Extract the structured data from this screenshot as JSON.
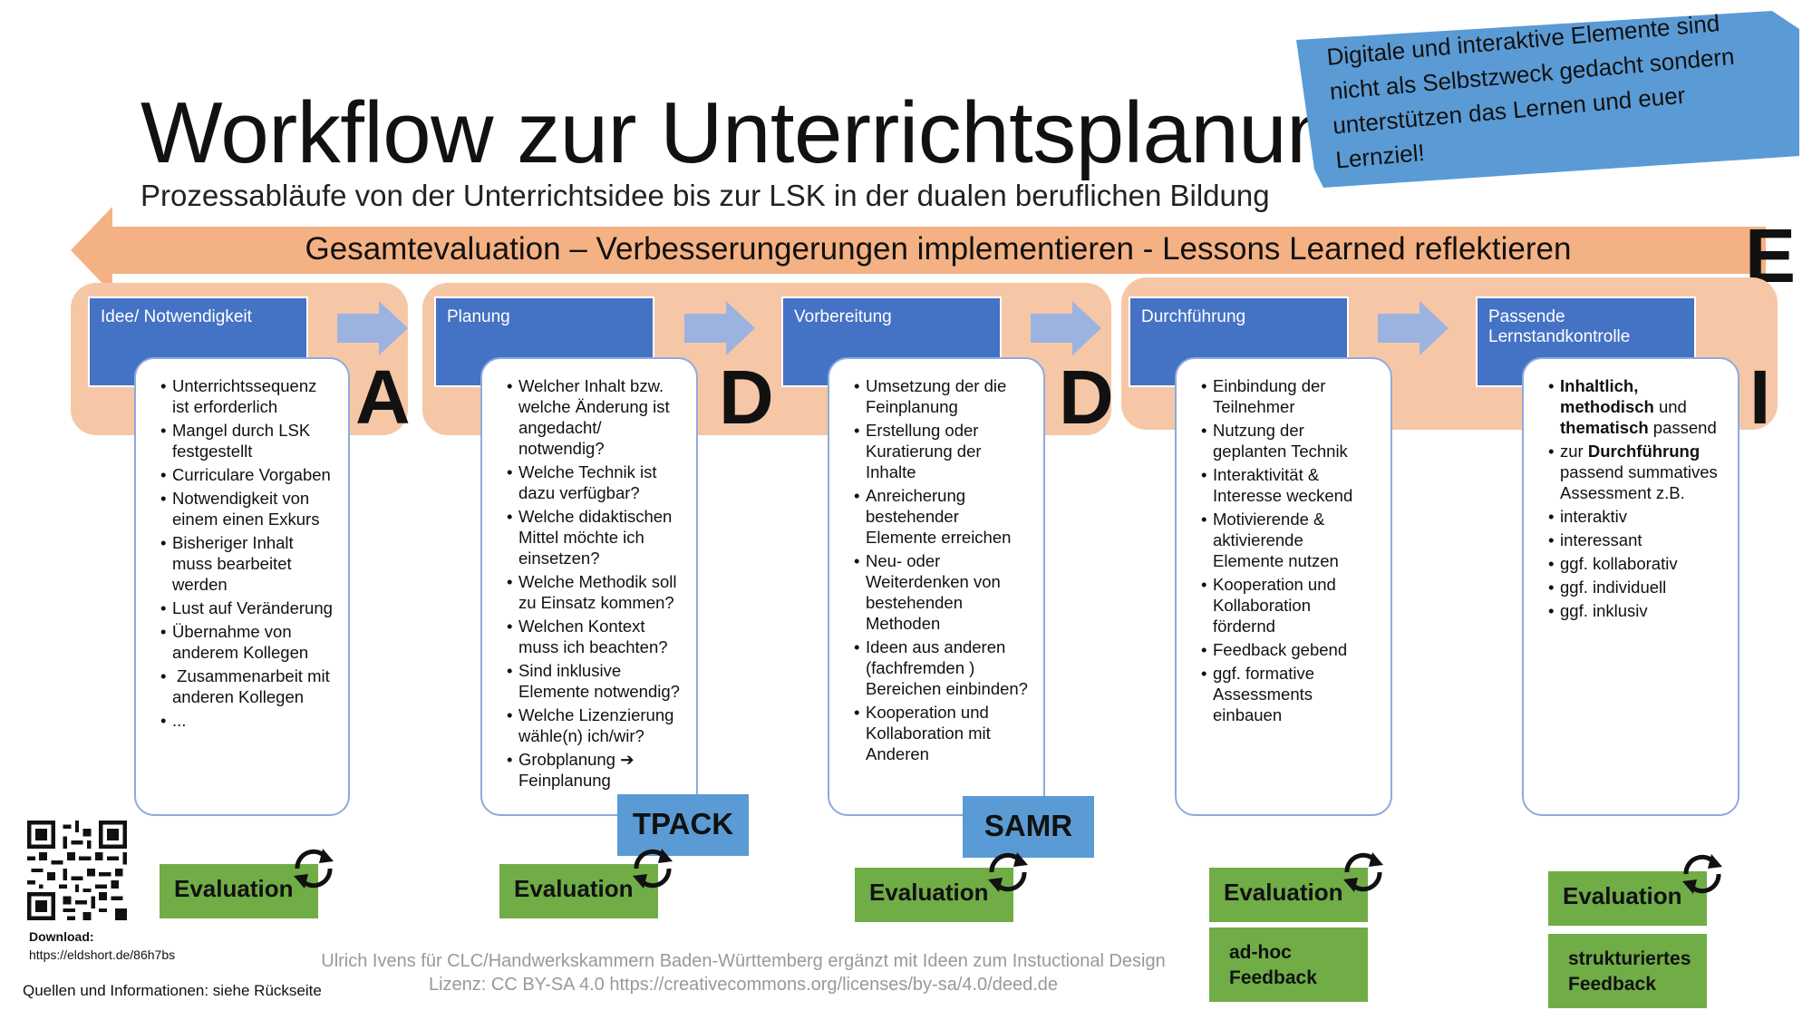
{
  "title": "Workflow zur Unterrichtsplanung",
  "subtitle": "Prozessabläufe von der Unterrichtsidee bis zur LSK in der dualen beruflichen Bildung",
  "note": "Digitale und interaktive Elemente sind nicht als Selbstzweck gedacht sondern unterstützen das Lernen und euer Lernziel!",
  "overall": {
    "label": "Gesamtevaluation – Verbesserungerungen implementieren - Lessons Learned reflektieren",
    "letter": "E"
  },
  "letters": {
    "a": "A",
    "d1": "D",
    "d2": "D",
    "i": "I"
  },
  "phases": [
    {
      "title": "Idee/ Notwendigkeit",
      "items": [
        "Unterrichtssequenz ist erforderlich",
        "Mangel durch LSK festgestellt",
        "Curriculare Vorgaben",
        "Notwendigkeit von einem einen Exkurs",
        "Bisheriger Inhalt muss bearbeitet werden",
        "Lust auf Veränderung",
        "Übernahme von anderem Kollegen",
        " Zusammenarbeit mit anderen Kollegen",
        "..."
      ]
    },
    {
      "title": "Planung",
      "items": [
        "Welcher Inhalt bzw. welche Änderung ist angedacht/ notwendig?",
        "Welche Technik ist dazu verfügbar?",
        "Welche didaktischen Mittel möchte ich einsetzen?",
        "Welche Methodik soll zu Einsatz kommen?",
        "Welchen Kontext muss ich beachten?",
        "Sind inklusive Elemente notwendig?",
        "Welche Lizenzierung wähle(n) ich/wir?",
        "Grobplanung ➔ Feinplanung"
      ]
    },
    {
      "title": "Vorbereitung",
      "items": [
        "Umsetzung der die Feinplanung",
        "Erstellung oder Kuratierung der Inhalte",
        "Anreicherung bestehender Elemente erreichen",
        "Neu- oder Weiterdenken von bestehenden Methoden",
        "Ideen aus anderen (fachfremden ) Bereichen einbinden?",
        "Kooperation und Kollaboration mit Anderen"
      ]
    },
    {
      "title": "Durchführung",
      "items": [
        "Einbindung der Teilnehmer",
        "Nutzung der geplanten Technik",
        "Interaktivität & Interesse weckend",
        "Motivierende & aktivierende Elemente nutzen",
        "Kooperation und Kollaboration fördernd",
        "Feedback gebend",
        "ggf. formative Assessments einbauen"
      ]
    },
    {
      "title": "Passende Lernstandkontrolle",
      "items_rich": [
        {
          "b1": "Inhaltlich, methodisch",
          "t1": " und ",
          "b2": "thematisch",
          "t2": " passend"
        },
        {
          "b1": "",
          "t1": "zur ",
          "b2": "Durchführung",
          "t2": " passend summatives Assessment z.B."
        },
        {
          "b1": "",
          "t1": "interaktiv",
          "b2": "",
          "t2": ""
        },
        {
          "b1": "",
          "t1": "interessant",
          "b2": "",
          "t2": ""
        },
        {
          "b1": "",
          "t1": "ggf. kollaborativ",
          "b2": "",
          "t2": ""
        },
        {
          "b1": "",
          "t1": "ggf. individuell",
          "b2": "",
          "t2": ""
        },
        {
          "b1": "",
          "t1": "ggf. inklusiv",
          "b2": "",
          "t2": ""
        }
      ]
    }
  ],
  "frameworks": {
    "tpack": "TPACK",
    "samr": "SAMR"
  },
  "evaluation_label": "Evaluation",
  "feedback": {
    "adhoc": "ad-hoc Feedback",
    "structured": "strukturiertes Feedback"
  },
  "download": {
    "label": "Download:",
    "url": "https://eldshort.de/86h7bs"
  },
  "sources": "Quellen und Informationen: siehe Rückseite",
  "footer": {
    "line1": "Ulrich Ivens für CLC/Handwerkskammern Baden-Württemberg ergänzt mit Ideen zum Instuctional Design",
    "line2": "Lizenz: CC BY-SA 4.0 https://creativecommons.org/licenses/by-sa/4.0/deed.de"
  },
  "colors": {
    "arrow": "#f4b183",
    "phase_bg": "#f6c7a6",
    "head": "#4472c4",
    "card_border": "#8faadc",
    "eval": "#70ad47",
    "framework": "#5b9bd5",
    "note": "#5b9bd5"
  },
  "icons": [
    "arrow-left-icon",
    "chevron-right-icon",
    "cycle-arrows-icon",
    "qr-code-icon"
  ]
}
